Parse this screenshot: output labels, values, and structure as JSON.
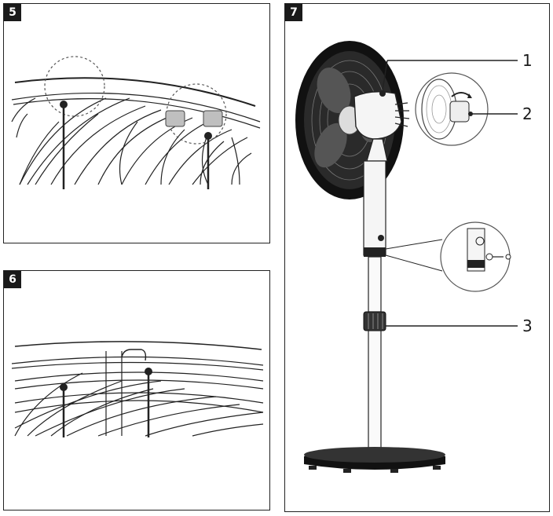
{
  "panels": [
    {
      "number": "5"
    },
    {
      "number": "6"
    },
    {
      "number": "7"
    }
  ],
  "callouts": [
    "1",
    "2",
    "3"
  ],
  "colors": {
    "line": "#222222",
    "badge": "#1a1a1a",
    "grey": "#8a8a8a"
  }
}
